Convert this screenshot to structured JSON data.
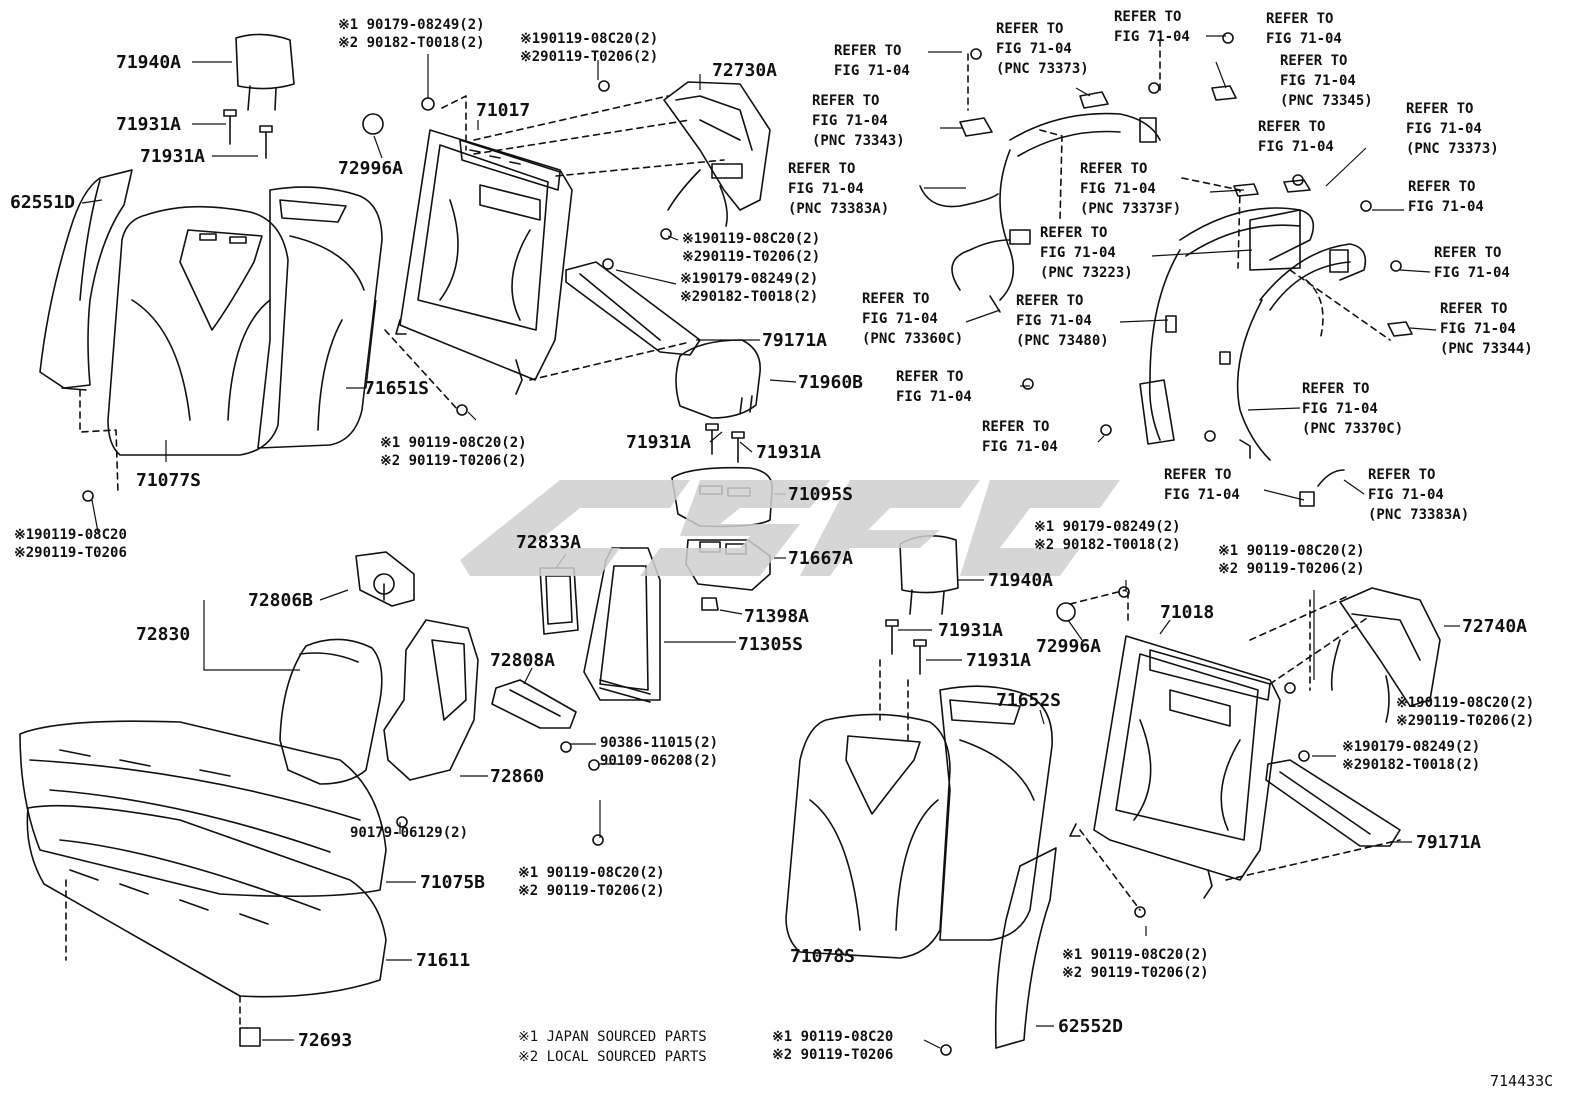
{
  "diagram_id": "714433C",
  "legend": {
    "l1": "※1 JAPAN SOURCED PARTS",
    "l2": "※2 LOCAL SOURCED PARTS"
  },
  "watermark": "GSGG",
  "refer": {
    "r1": [
      "REFER TO",
      "FIG 71-04"
    ],
    "r2": [
      "REFER TO",
      "FIG 71-04",
      "(PNC 73373)"
    ],
    "r3": [
      "REFER TO",
      "FIG 71-04"
    ],
    "r4": [
      "REFER TO",
      "FIG 71-04"
    ],
    "r5": [
      "REFER TO",
      "FIG 71-04",
      "(PNC 73345)"
    ],
    "r6": [
      "REFER TO",
      "FIG 71-04",
      "(PNC 73343)"
    ],
    "r7": [
      "REFER TO",
      "FIG 71-04",
      "(PNC 73373)"
    ],
    "r8": [
      "REFER TO",
      "FIG 71-04"
    ],
    "r9": [
      "REFER TO",
      "FIG 71-04",
      "(PNC 73383A)"
    ],
    "r10": [
      "REFER TO",
      "FIG 71-04",
      "(PNC 73373F)"
    ],
    "r11": [
      "REFER TO",
      "FIG 71-04"
    ],
    "r12": [
      "REFER TO",
      "FIG 71-04",
      "(PNC 73223)"
    ],
    "r13": [
      "REFER TO",
      "FIG 71-04"
    ],
    "r14": [
      "REFER TO",
      "FIG 71-04",
      "(PNC 73360C)"
    ],
    "r15": [
      "REFER TO",
      "FIG 71-04",
      "(PNC 73480)"
    ],
    "r16": [
      "REFER TO",
      "FIG 71-04",
      "(PNC 73344)"
    ],
    "r17": [
      "REFER TO",
      "FIG 71-04"
    ],
    "r18": [
      "REFER TO",
      "FIG 71-04",
      "(PNC 73370C)"
    ],
    "r19": [
      "REFER TO",
      "FIG 71-04"
    ],
    "r20": [
      "REFER TO",
      "FIG 71-04"
    ],
    "r21": [
      "REFER TO",
      "FIG 71-04",
      "(PNC 73383A)"
    ]
  },
  "parts": {
    "p71940A_1": "71940A",
    "p71931A_1": "71931A",
    "p71931A_2": "71931A",
    "p62551D": "62551D",
    "p72996A_1": "72996A",
    "p71017": "71017",
    "p72730A": "72730A",
    "p71651S": "71651S",
    "p71077S": "71077S",
    "p79171A_1": "79171A",
    "p71960B": "71960B",
    "p71931A_3": "71931A",
    "p71931A_4": "71931A",
    "p71095S": "71095S",
    "p72833A": "72833A",
    "p71667A": "71667A",
    "p71398A": "71398A",
    "p71305S": "71305S",
    "p72806B": "72806B",
    "p72830": "72830",
    "p72808A": "72808A",
    "p72860": "72860",
    "p71075B": "71075B",
    "p71611": "71611",
    "p72693": "72693",
    "p71940A_2": "71940A",
    "p71931A_5": "71931A",
    "p71931A_6": "71931A",
    "p72996A_2": "72996A",
    "p71652S": "71652S",
    "p71018": "71018",
    "p72740A": "72740A",
    "p79171A_2": "79171A",
    "p71078S": "71078S",
    "p62552D": "62552D"
  },
  "fasteners": {
    "f1": [
      "※1 90179-08249(2)",
      "※2 90182-T0018(2)"
    ],
    "f2": [
      "※190119-08C20(2)",
      "※290119-T0206(2)"
    ],
    "f3": [
      "※190119-08C20(2)",
      "※290119-T0206(2)"
    ],
    "f4": [
      "※190179-08249(2)",
      "※290182-T0018(2)"
    ],
    "f5": [
      "※1 90119-08C20(2)",
      "※2 90119-T0206(2)"
    ],
    "f6": [
      "※190119-08C20",
      "※290119-T0206"
    ],
    "f7": [
      "90386-11015(2)",
      "90109-06208(2)"
    ],
    "f8": [
      "90179-06129(2)"
    ],
    "f9": [
      "※1 90119-08C20(2)",
      "※2 90119-T0206(2)"
    ],
    "f10": [
      "※1 90179-08249(2)",
      "※2 90182-T0018(2)"
    ],
    "f11": [
      "※1 90119-08C20(2)",
      "※2 90119-T0206(2)"
    ],
    "f12": [
      "※190119-08C20(2)",
      "※290119-T0206(2)"
    ],
    "f13": [
      "※190179-08249(2)",
      "※290182-T0018(2)"
    ],
    "f14": [
      "※1 90119-08C20(2)",
      "※2 90119-T0206(2)"
    ],
    "f15": [
      "※1 90119-08C20",
      "※2 90119-T0206"
    ]
  }
}
